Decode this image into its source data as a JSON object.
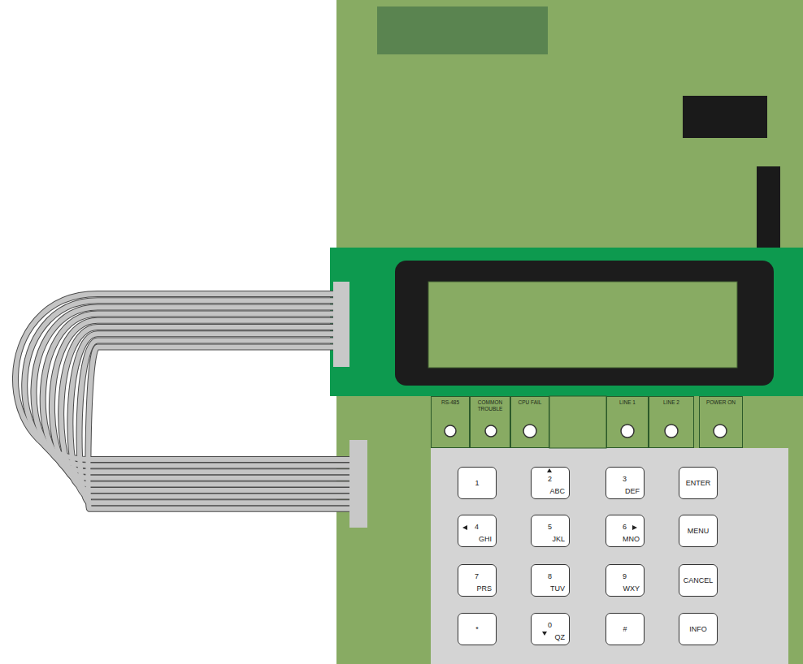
{
  "diagram": {
    "nodes": [
      {
        "text": [
          "RS-485"
        ]
      },
      {
        "text": [
          "COMMON TROUBLE"
        ]
      },
      {
        "text": [
          "CPU FAIL"
        ]
      },
      {
        "text": [
          "LINE 1"
        ]
      },
      {
        "text": [
          "LINE 2"
        ]
      },
      {
        "text": [
          "POWER ON"
        ]
      },
      {
        "text": [
          "1"
        ]
      },
      {
        "text": [
          "2",
          "ABC"
        ]
      },
      {
        "text": [
          "3",
          "DEF"
        ]
      },
      {
        "text": [
          "ENTER"
        ]
      },
      {
        "text": [
          "4",
          "GHI"
        ]
      },
      {
        "text": [
          "5",
          "JKL"
        ]
      },
      {
        "text": [
          "6",
          "MNO"
        ]
      },
      {
        "text": [
          "MENU"
        ]
      },
      {
        "text": [
          "7",
          "PRS"
        ]
      },
      {
        "text": [
          "8",
          "TUV"
        ]
      },
      {
        "text": [
          "9",
          "WXY"
        ]
      },
      {
        "text": [
          "CANCEL"
        ]
      },
      {
        "text": [
          "*"
        ]
      },
      {
        "text": [
          "0",
          "QZ"
        ]
      },
      {
        "text": [
          "#"
        ]
      },
      {
        "text": [
          "INFO"
        ]
      }
    ]
  }
}
